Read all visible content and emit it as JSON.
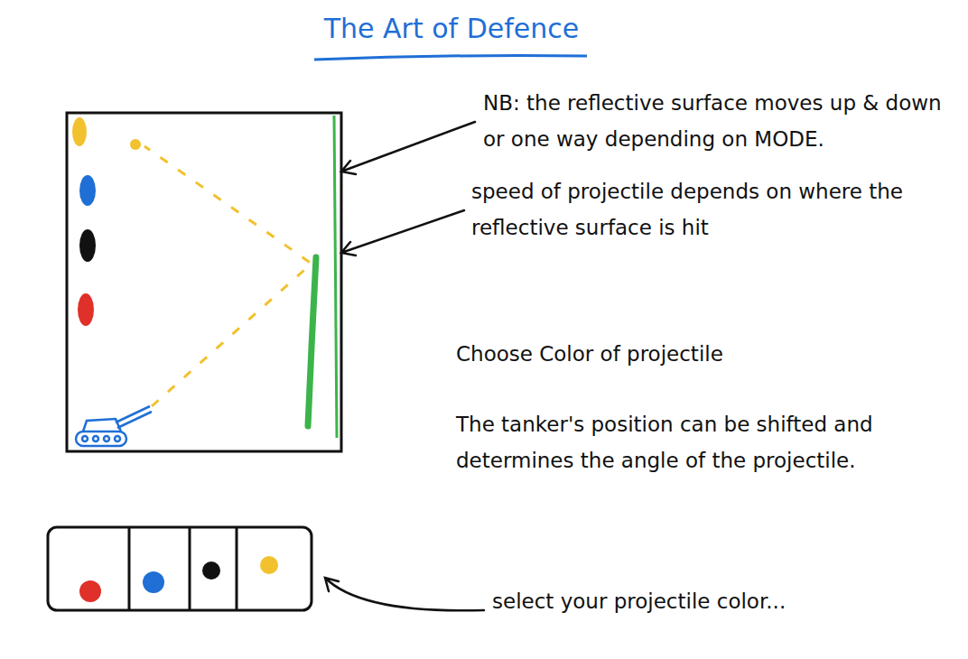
{
  "diagram": {
    "title": "The Art of Defence",
    "labels": [
      "NB: the reflective surface moves up & down or one way depending on MODE.",
      "speed of projectile depends on where the reflective surface is hit",
      "Choose Color of projectile",
      "The tanker's position can be shifted and determines the angle of the projectile.",
      "select your projectile color..."
    ]
  }
}
